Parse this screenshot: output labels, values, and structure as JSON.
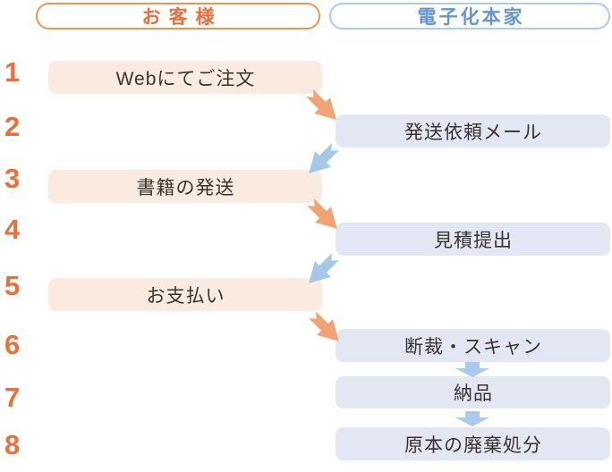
{
  "header": {
    "customer": "お客様",
    "company": "電子化本家"
  },
  "steps": [
    {
      "number": "1",
      "actor": "customer",
      "label": "Webにてご注文"
    },
    {
      "number": "2",
      "actor": "company",
      "label": "発送依頼メール"
    },
    {
      "number": "3",
      "actor": "customer",
      "label": "書籍の発送"
    },
    {
      "number": "4",
      "actor": "company",
      "label": "見積提出"
    },
    {
      "number": "5",
      "actor": "customer",
      "label": "お支払い"
    },
    {
      "number": "6",
      "actor": "company",
      "label": "断裁・スキャン"
    },
    {
      "number": "7",
      "actor": "company",
      "label": "納品"
    },
    {
      "number": "8",
      "actor": "company",
      "label": "原本の廃棄処分"
    }
  ],
  "arrows": [
    {
      "from": "1",
      "to": "2",
      "direction": "down-right",
      "color": "#F2A376"
    },
    {
      "from": "2",
      "to": "3",
      "direction": "down-left",
      "color": "#A5C7EA"
    },
    {
      "from": "3",
      "to": "4",
      "direction": "down-right",
      "color": "#F2A376"
    },
    {
      "from": "4",
      "to": "5",
      "direction": "down-left",
      "color": "#A5C7EA"
    },
    {
      "from": "5",
      "to": "6",
      "direction": "down-right",
      "color": "#F2A376"
    },
    {
      "from": "6",
      "to": "7",
      "direction": "down",
      "color": "#A9CAEC"
    },
    {
      "from": "7",
      "to": "8",
      "direction": "down",
      "color": "#A9CAEC"
    }
  ],
  "colors": {
    "orange_accent": "#EC6D3C",
    "orange_pill_border": "#F2954C",
    "customer_box_bg": "#FAEAE0",
    "company_box_bg": "#E3E7F3",
    "blue_accent": "#6495CD",
    "blue_pill_border": "#AECBE9",
    "orange_arrow": "#F2A376",
    "blue_arrow": "#A5C7EA",
    "box_text": "#3B332F"
  }
}
